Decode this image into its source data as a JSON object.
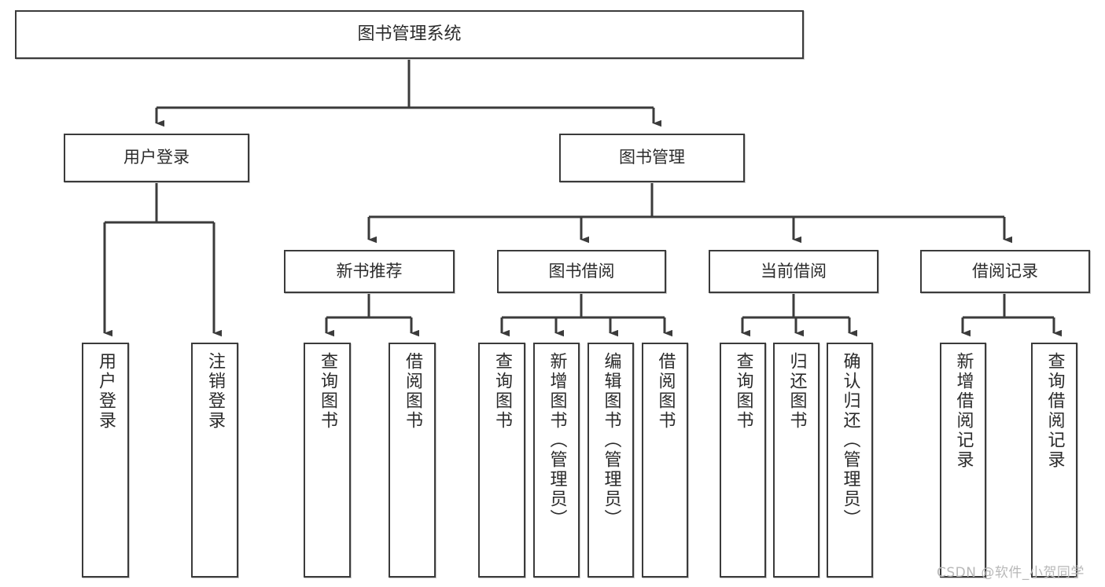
{
  "diagram": {
    "title": "图书管理系统",
    "type": "tree-hierarchy-chart",
    "watermark": "CSDN @软件_小贺同学",
    "colors": {
      "stroke": "#3b3b3b",
      "fill": "#ffffff",
      "text": "#2b2b2b",
      "watermark": "#b8b8b8"
    },
    "nodes": {
      "root": {
        "label": "图书管理系统"
      },
      "level2": [
        {
          "label": "用户登录"
        },
        {
          "label": "图书管理"
        }
      ],
      "level3": [
        {
          "label": "新书推荐"
        },
        {
          "label": "图书借阅"
        },
        {
          "label": "当前借阅"
        },
        {
          "label": "借阅记录"
        }
      ],
      "leaves": {
        "user_login": [
          {
            "label": "用户登录"
          },
          {
            "label": "注销登录"
          }
        ],
        "new_book_recommend": [
          {
            "label": "查询图书"
          },
          {
            "label": "借阅图书"
          }
        ],
        "book_borrow": [
          {
            "label": "查询图书"
          },
          {
            "label": "新增图书（管理员）"
          },
          {
            "label": "编辑图书（管理员）"
          },
          {
            "label": "借阅图书"
          }
        ],
        "current_borrow": [
          {
            "label": "查询图书"
          },
          {
            "label": "归还图书"
          },
          {
            "label": "确认归还（管理员）"
          }
        ],
        "borrow_record": [
          {
            "label": "新增借阅记录"
          },
          {
            "label": "查询借阅记录"
          }
        ]
      }
    }
  }
}
